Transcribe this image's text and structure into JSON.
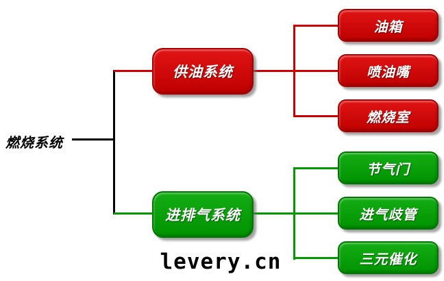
{
  "diagram": {
    "root": {
      "label": "燃烧系统"
    },
    "branches": [
      {
        "label": "供油系统",
        "color": "#cc0000",
        "children": [
          {
            "label": "油箱"
          },
          {
            "label": "喷油嘴"
          },
          {
            "label": "燃烧室"
          }
        ]
      },
      {
        "label": "进排气系统",
        "color": "#009900",
        "children": [
          {
            "label": "节气门"
          },
          {
            "label": "进气歧管"
          },
          {
            "label": "三元催化"
          }
        ]
      }
    ]
  },
  "watermark": "levery.cn",
  "colors": {
    "background": "#ffffff",
    "root_line": "#000000",
    "branch_red_line": "#cc0000",
    "branch_green_line": "#009900",
    "red_node_top": "#e01414",
    "red_node_bottom": "#bf0000",
    "green_node_top": "#14ad14",
    "green_node_bottom": "#009300",
    "node_text": "#ffffff"
  }
}
